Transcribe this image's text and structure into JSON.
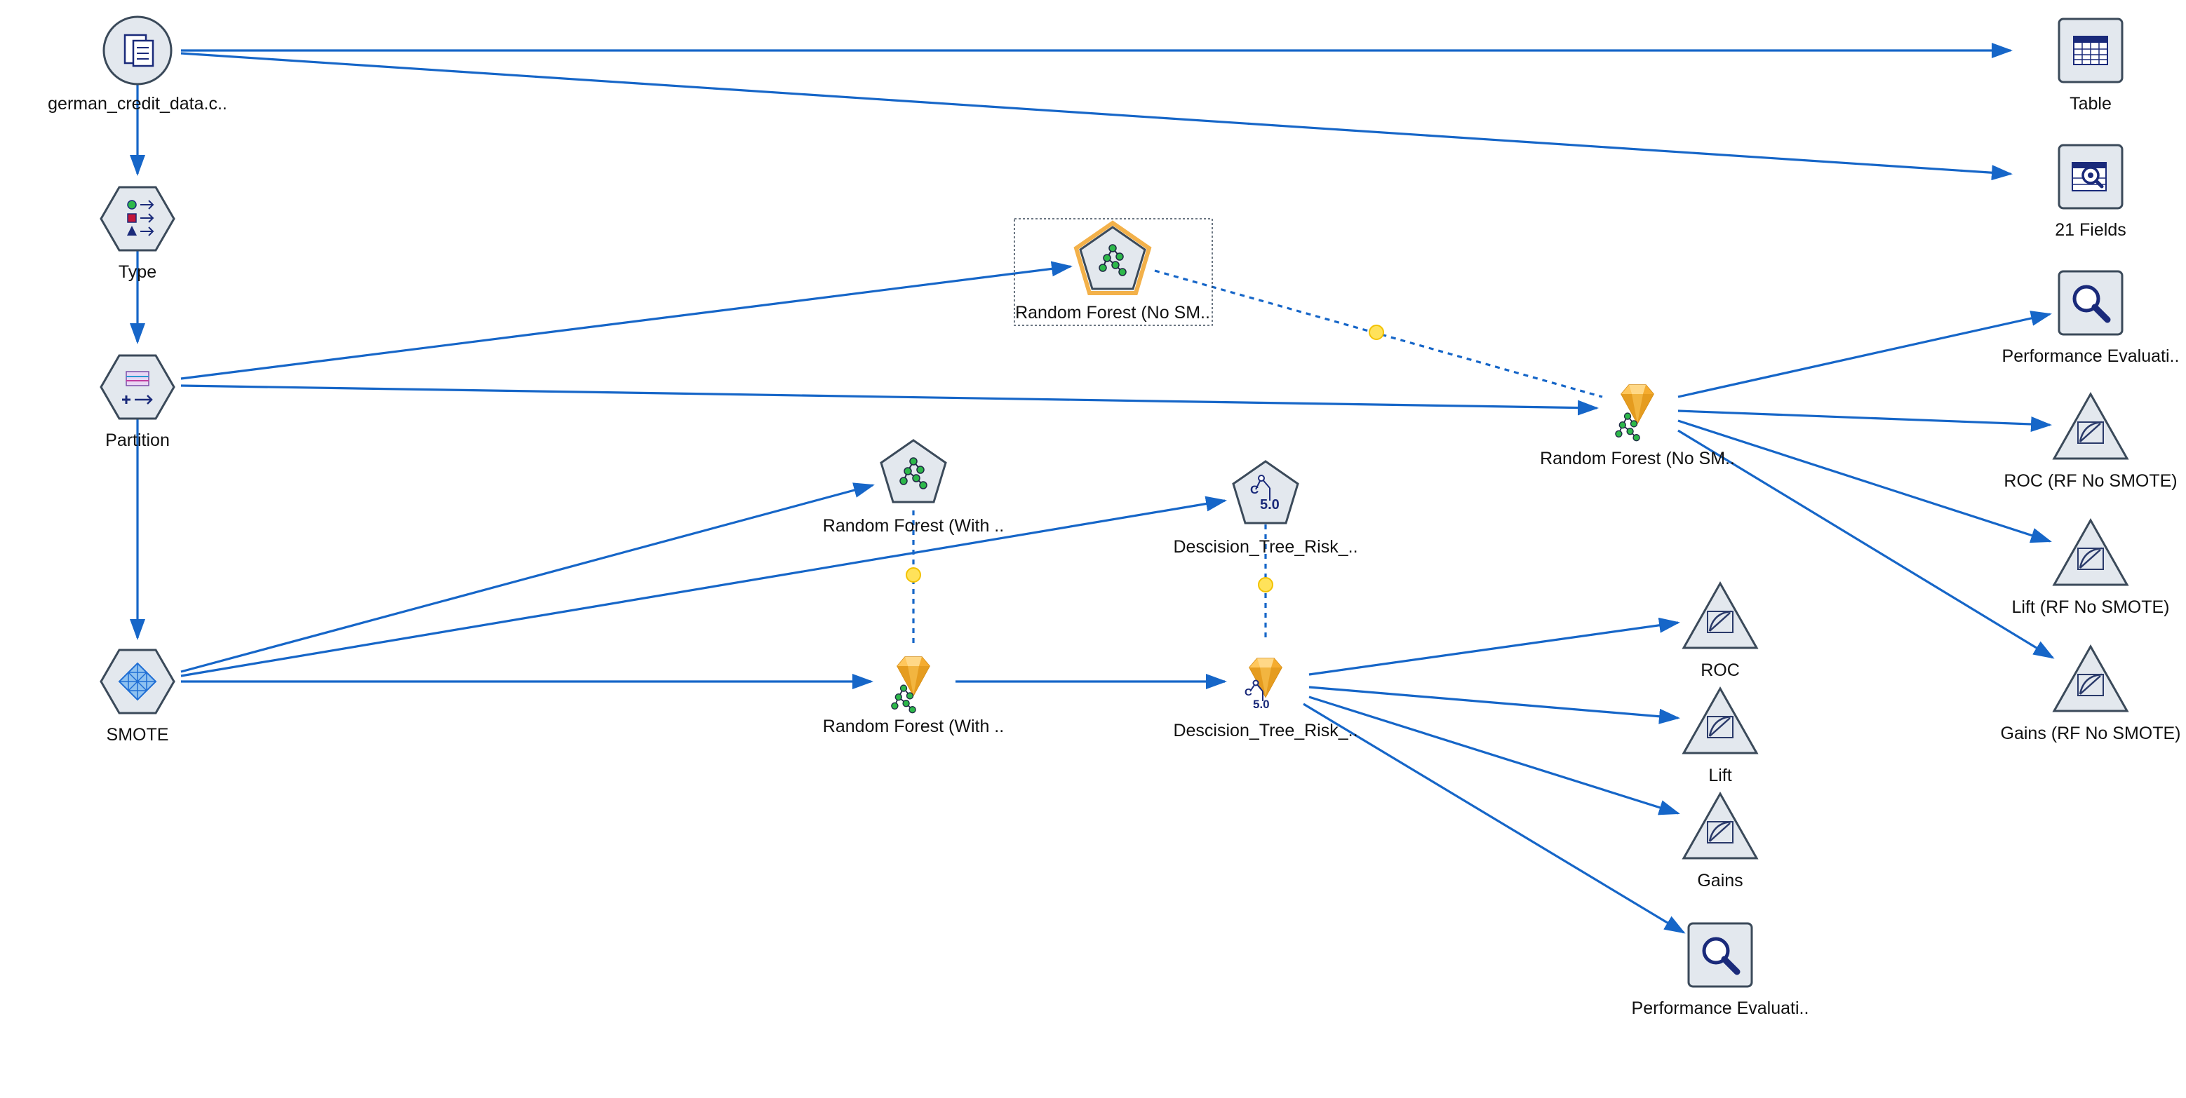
{
  "canvas": {
    "background": "#ffffff",
    "link_color": "#1666c8"
  },
  "colors": {
    "node_fill": "#e3e8ee",
    "node_stroke": "#3b4a5a",
    "nugget_gold": "#f0b43c",
    "selection_outline": "#f3b14a",
    "icon_blue": "#1a2a7a",
    "tree_green": "#2db84a"
  },
  "nodes": {
    "source": {
      "label": "german_credit_data.c..",
      "icon": "file-source-icon"
    },
    "type": {
      "label": "Type",
      "icon": "type-icon"
    },
    "partition": {
      "label": "Partition",
      "icon": "partition-icon"
    },
    "smote": {
      "label": "SMOTE",
      "icon": "smote-icon"
    },
    "rf_no_smote_model": {
      "label": "Random Forest (No SM..",
      "icon": "random-forest-icon"
    },
    "rf_no_smote_nugget": {
      "label": "Random Forest (No SM..",
      "icon": "random-forest-nugget-icon"
    },
    "rf_with_model": {
      "label": "Random Forest (With ..",
      "icon": "random-forest-icon"
    },
    "rf_with_nugget": {
      "label": "Random Forest (With ..",
      "icon": "random-forest-nugget-icon"
    },
    "dt_model": {
      "label": "Descision_Tree_Risk_..",
      "icon": "c50-tree-icon"
    },
    "dt_nugget": {
      "label": "Descision_Tree_Risk_..",
      "icon": "c50-nugget-icon"
    },
    "table": {
      "label": "Table",
      "icon": "table-icon"
    },
    "fields": {
      "label": "21 Fields",
      "icon": "data-audit-icon"
    },
    "perf_rf": {
      "label": "Performance Evaluati..",
      "icon": "analysis-magnifier-icon"
    },
    "roc_rf": {
      "label": "ROC (RF No SMOTE)",
      "icon": "evaluation-chart-icon"
    },
    "lift_rf": {
      "label": "Lift (RF No SMOTE)",
      "icon": "evaluation-chart-icon"
    },
    "gains_rf": {
      "label": "Gains (RF No SMOTE)",
      "icon": "evaluation-chart-icon"
    },
    "roc": {
      "label": "ROC",
      "icon": "evaluation-chart-icon"
    },
    "lift": {
      "label": "Lift",
      "icon": "evaluation-chart-icon"
    },
    "gains": {
      "label": "Gains",
      "icon": "evaluation-chart-icon"
    },
    "perf_dt": {
      "label": "Performance Evaluati..",
      "icon": "analysis-magnifier-icon"
    }
  },
  "c50_badge": {
    "c": "C",
    "num": "5.0"
  }
}
